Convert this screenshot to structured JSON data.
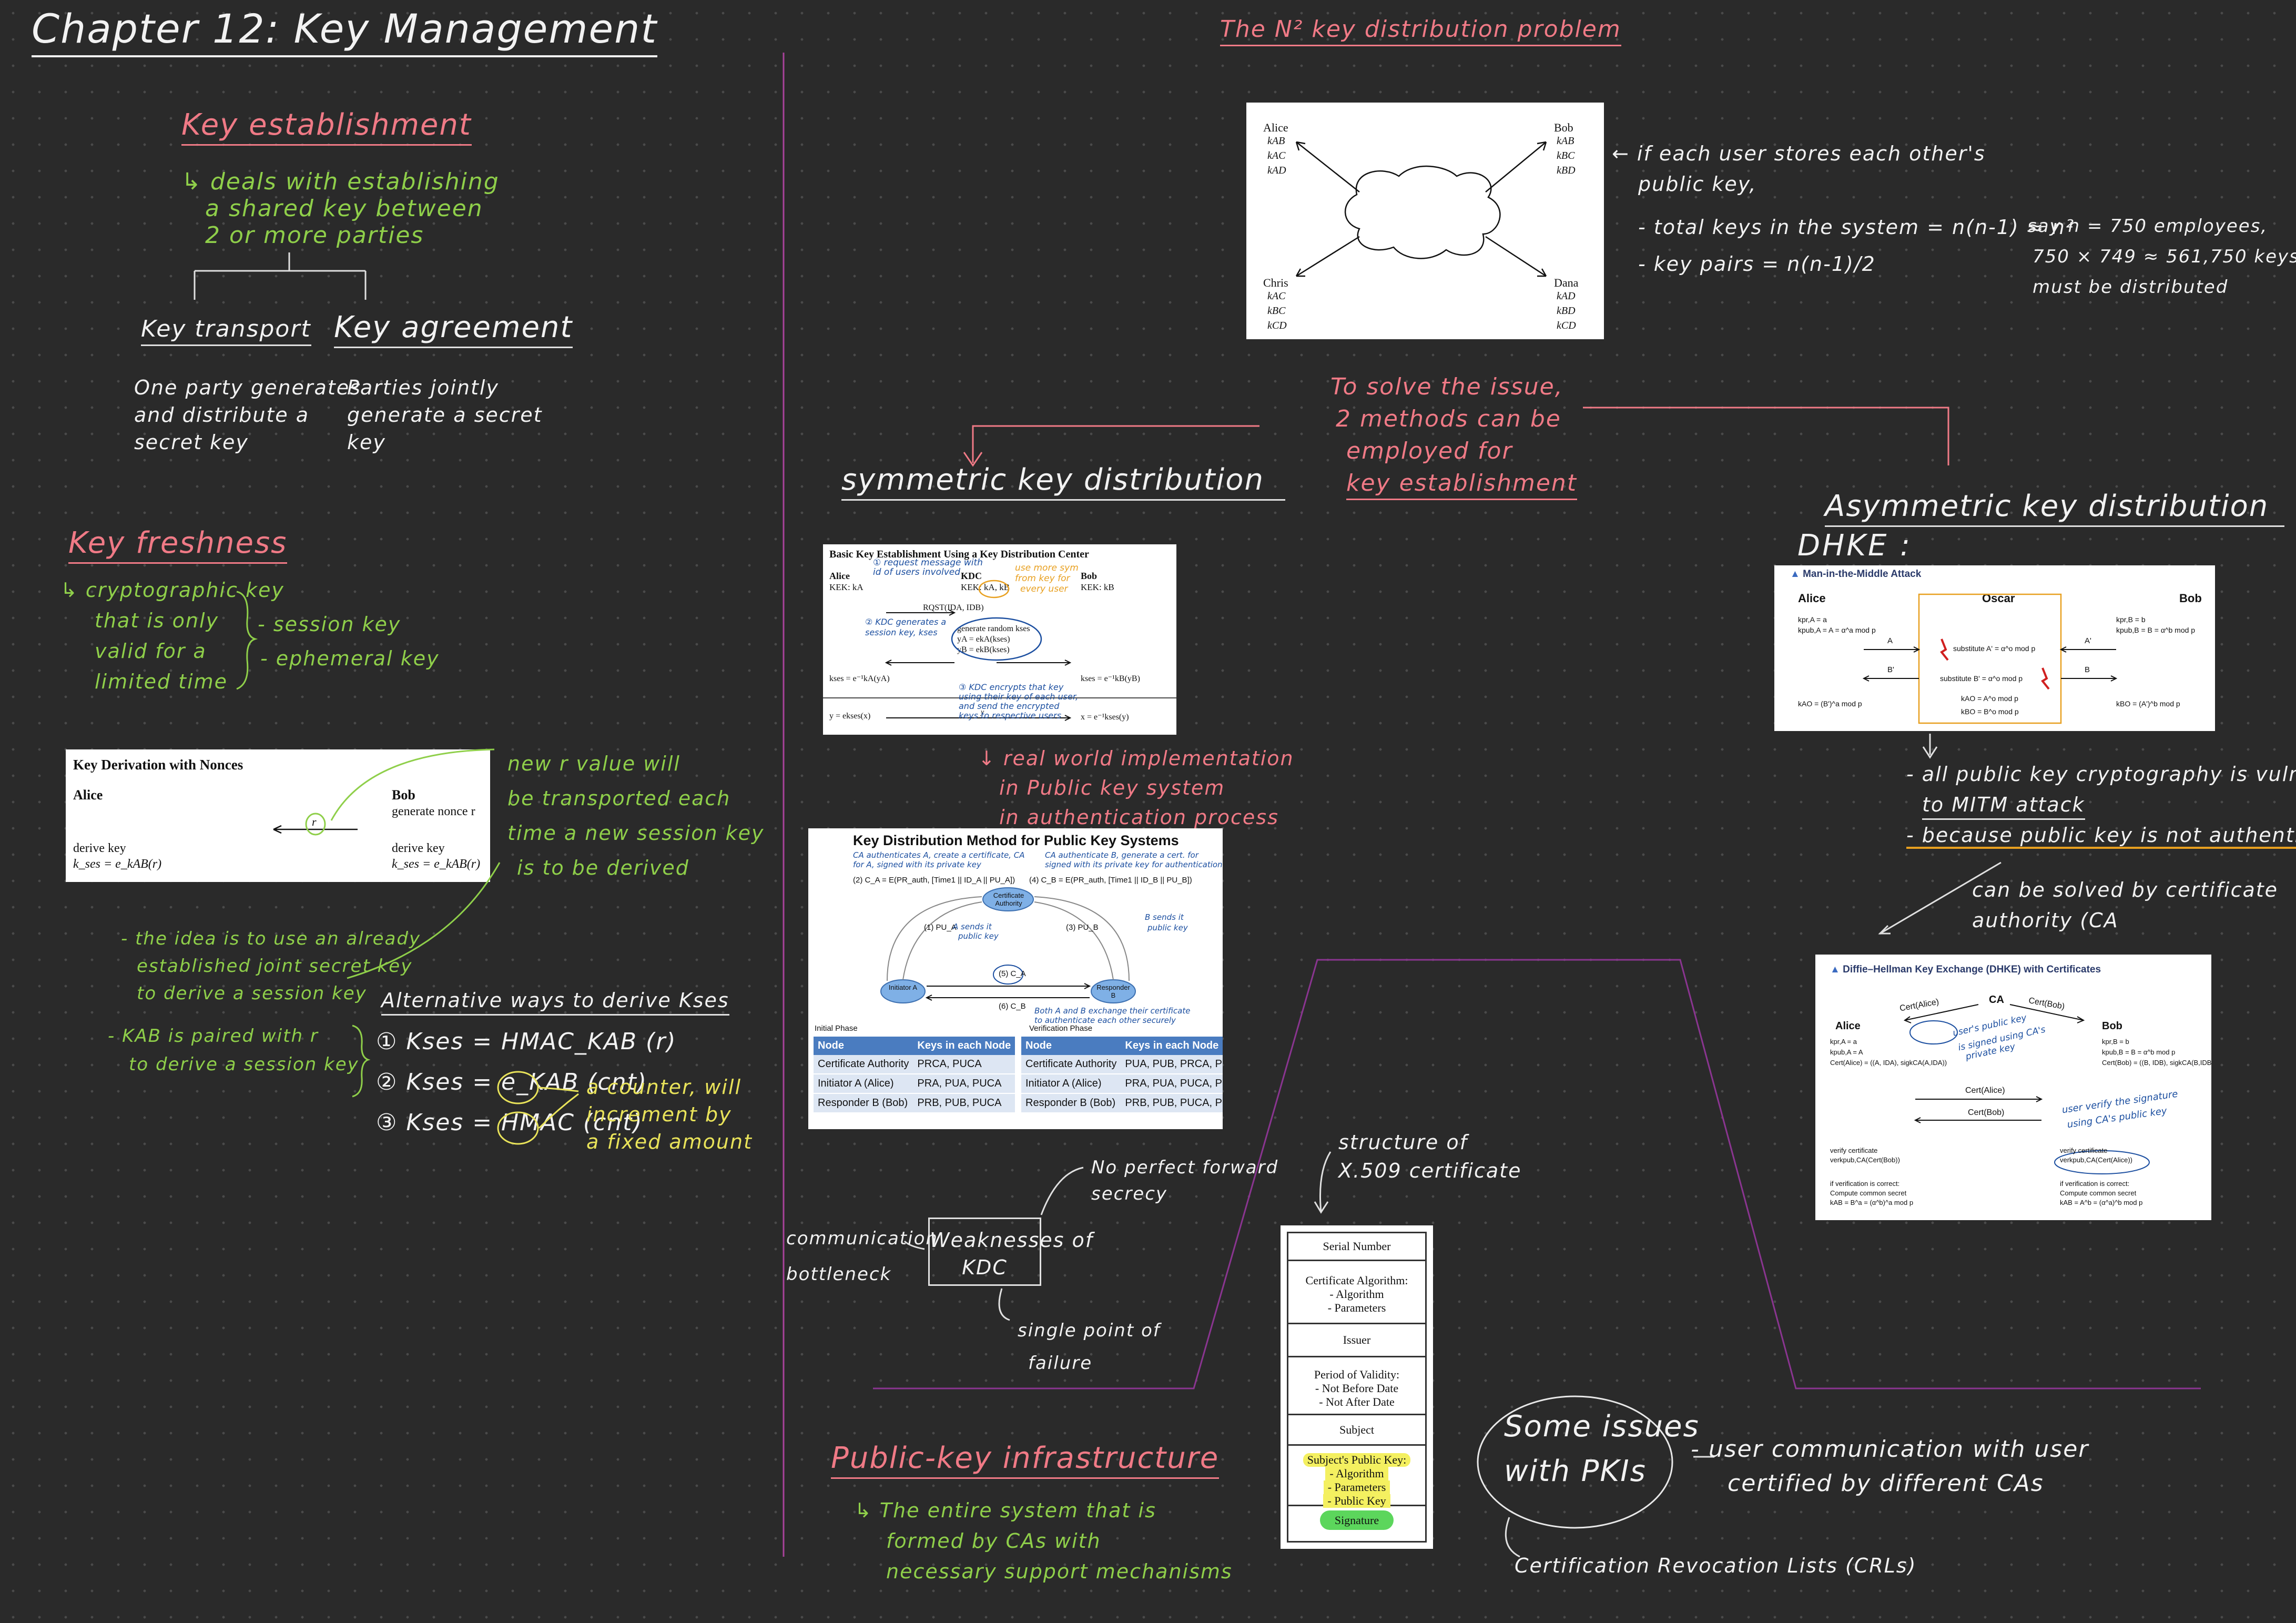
{
  "title": "Chapter 12: Key Management",
  "key_establishment": {
    "heading": "Key establishment",
    "desc": [
      "↳ deals with establishing",
      "a shared key between",
      "2 or more parties"
    ],
    "transport": {
      "label": "Key transport",
      "desc": [
        "One party generates",
        "and distribute a",
        "secret key"
      ]
    },
    "agreement": {
      "label": "Key agreement",
      "desc": [
        "Parties jointly",
        "generate a secret",
        "key"
      ]
    }
  },
  "key_freshness": {
    "heading": "Key freshness",
    "desc": [
      "↳ cryptographic key",
      "that is only",
      "valid for a",
      "limited time"
    ],
    "kinds": [
      "- session key",
      "- ephemeral key"
    ]
  },
  "nonce_card": {
    "title": "Key Derivation with Nonces",
    "alice": "Alice",
    "bob": "Bob",
    "bob_action": "generate nonce r",
    "nonce": "r",
    "alice_derive": "derive key",
    "alice_formula": "k_ses = e_kAB(r)",
    "bob_derive": "derive key",
    "bob_formula": "k_ses = e_kAB(r)"
  },
  "nonce_notes": [
    "new r value will",
    "be transported each",
    "time a new session key",
    "is to be derived"
  ],
  "idea_notes": [
    "- the idea is to use an already",
    "established joint secret key",
    "to derive a session key"
  ],
  "kab_notes": [
    "- KAB is paired with r",
    "to derive a session key"
  ],
  "alt_ways": {
    "heading": "Alternative ways to derive Kses",
    "items": [
      "① Kses = HMAC_KAB (r)",
      "② Kses = e_KAB (cnt)",
      "③ Kses = HMAC (cnt)"
    ],
    "counter_note": [
      "a counter, will",
      "increment by",
      "a fixed amount"
    ]
  },
  "n2": {
    "heading": "The N² key distribution problem",
    "alice": "Alice",
    "alice_keys": [
      "kAB",
      "kAC",
      "kAD"
    ],
    "bob": "Bob",
    "bob_keys": [
      "kAB",
      "kBC",
      "kBD"
    ],
    "chris": "Chris",
    "chris_keys": [
      "kAC",
      "kBC",
      "kCD"
    ],
    "dana": "Dana",
    "dana_keys": [
      "kAD",
      "kBD",
      "kCD"
    ],
    "notes": [
      "← if each user stores each other's",
      "public key,",
      "- total keys in the system = n(n-1) ≈ n²",
      "- key pairs = n(n-1)/2"
    ],
    "example": [
      "say n = 750 employees,",
      "750 × 749 ≈ 561,750 keys",
      "must be distributed"
    ]
  },
  "solve": [
    "To solve the issue,",
    "2 methods can be",
    "employed for",
    "key establishment"
  ],
  "symmetric": {
    "heading": "symmetric key distribution",
    "kdc_card": {
      "title": "Basic Key Establishment Using a Key Distribution Center",
      "alice": "Alice",
      "alice_kek": "KEK: kA",
      "kdc": "KDC",
      "kdc_kek": "KEK: kA, kB",
      "bob": "Bob",
      "bob_kek": "KEK: kB",
      "rqst": "RQST(IDA, IDB)",
      "gen": "generate random kses",
      "ya": "yA = ekA(kses)",
      "yb": "yB = ekB(kses)",
      "alice_dec": "kses = e⁻¹kA(yA)",
      "bob_dec": "kses = e⁻¹kB(yB)",
      "y_enc": "y = ekses(x)",
      "y_label": "y",
      "x_dec": "x = e⁻¹kses(y)",
      "note1": [
        "① request message with",
        "id of users involved"
      ],
      "note2": [
        "use more sym",
        "from key for",
        "every user"
      ],
      "note3": [
        "② KDC generates a",
        "session key, kses"
      ],
      "note4": [
        "③ KDC encrypts that key",
        "using their key of each user,",
        "and send the encrypted",
        "keys to respective users"
      ]
    },
    "real_world": [
      "↓ real world implementation",
      "in Public key system",
      "in authentication process"
    ]
  },
  "pk_card": {
    "title": "Key Distribution Method for Public Key Systems",
    "formula1": "(2) C_A = E(PR_auth, [Time1 || ID_A || PU_A])",
    "formula2": "(4) C_B = E(PR_auth, [Time1 || ID_B || PU_B])",
    "ca": "Certificate Authority",
    "initiator": "Initiator A",
    "responder": "Responder B",
    "pua": "(1) PU_A",
    "pub": "(3) PU_B",
    "ca_msg": "(5) C_A",
    "cb_msg": "(6) C_B",
    "note_a": [
      "CA authenticates A, create a certificate, CA",
      "for A, signed with its private key"
    ],
    "note_b": [
      "CA authenticate B, generate a cert. for",
      "signed with its private key for authentication"
    ],
    "note_send": [
      "A sends it",
      "public key"
    ],
    "note_b2": [
      "B sends it",
      "public key"
    ],
    "note_exchange": [
      "Both A and B exchange their certificate",
      "to authenticate each other securely"
    ],
    "initial_label": "Initial Phase",
    "verify_label": "Verification Phase",
    "headers": [
      "Node",
      "Keys in each Node"
    ],
    "initial_rows": [
      [
        "Certificate Authority",
        "PRCA, PUCA"
      ],
      [
        "Initiator A (Alice)",
        "PRA, PUA, PUCA"
      ],
      [
        "Responder B (Bob)",
        "PRB, PUB, PUCA"
      ]
    ],
    "verify_rows": [
      [
        "Certificate Authority",
        "PUA, PUB, PRCA, PUCA"
      ],
      [
        "Initiator A (Alice)",
        "PRA, PUA, PUCA, PUB"
      ],
      [
        "Responder B (Bob)",
        "PRB, PUB, PUCA, PUA"
      ]
    ]
  },
  "weakness": {
    "box": [
      "Weaknesses of",
      "KDC"
    ],
    "w1": [
      "No perfect forward",
      "secrecy"
    ],
    "w2": [
      "communication",
      "bottleneck"
    ],
    "w3": [
      "single point of",
      "failure"
    ]
  },
  "pki": {
    "heading": "Public-key infrastructure",
    "desc": [
      "↳ The entire system that is",
      "formed by CAs with",
      "necessary support mechanisms"
    ]
  },
  "x509": {
    "heading": [
      "structure of",
      "X.509 certificate"
    ],
    "rows": [
      "Serial Number",
      "Certificate Algorithm:",
      "- Algorithm",
      "- Parameters",
      "Issuer",
      "Period of Validity:",
      "- Not Before Date",
      "- Not After Date",
      "Subject",
      "Subject's Public Key:",
      "- Algorithm",
      "- Parameters",
      "- Public Key",
      "Signature"
    ]
  },
  "issues": {
    "circle": [
      "Some issues",
      "with PKIs"
    ],
    "i1": [
      "- user communication with user",
      "certified by different CAs"
    ],
    "i2": "Certification Revocation Lists (CRLs)"
  },
  "asymmetric": {
    "heading": "Asymmetric key distribution",
    "dhke": "DHKE :",
    "mitm_card": {
      "title": "Man-in-the-Middle Attack",
      "alice": "Alice",
      "oscar": "Oscar",
      "bob": "Bob",
      "a_priv": "kpr,A = a",
      "a_pub": "kpub,A = A = α^a mod p",
      "b_priv": "kpr,B = b",
      "b_pub": "kpub,B = B = α^b mod p",
      "A": "A",
      "A_": "A'",
      "B": "B",
      "B_": "B'",
      "sub1": "substitute A' = α^o mod p",
      "sub2": "substitute B' = α^o mod p",
      "kao": "kAO = (B')^a mod p",
      "kbo": "kBO = (A')^b mod p",
      "o1": "kAO = A^o mod p",
      "o2": "kBO = B^o mod p"
    },
    "mitm_notes": [
      "- all public key cryptography is vulnerable",
      "to MITM attack",
      "- because public key is not authenticated"
    ],
    "solved": [
      "can be solved by certificate",
      "authority (CA"
    ],
    "dhke_card": {
      "title": "Diffie–Hellman Key Exchange (DHKE) with Certificates",
      "alice": "Alice",
      "ca": "CA",
      "bob": "Bob",
      "cert_a": "Cert(Alice)",
      "cert_b": "Cert(Bob)",
      "a1": "kpr,A = a",
      "a2": "kpub,A = A",
      "a3": "Cert(Alice) = ((A, IDA), sigkCA(A,IDA))",
      "b1": "kpr,B = b",
      "b2": "kpub,B = B = α^b mod p",
      "b3": "Cert(Bob) = ((B, IDB), sigkCA(B,IDB))",
      "verify_a": [
        "verify certificate",
        "verkpub,CA(Cert(Bob))"
      ],
      "verify_b": [
        "verify certificate",
        "verkpub,CA(Cert(Alice))"
      ],
      "correct_a": [
        "if verification is correct:",
        "Compute common secret",
        "kAB = B^a = (α^b)^a mod p"
      ],
      "correct_b": [
        "if verification is correct:",
        "Compute common secret",
        "kAB = A^b = (α^a)^b mod p"
      ],
      "note_ca": [
        "user's public key",
        "is signed using CA's",
        "private key"
      ],
      "note_verify": [
        "user verify the signature",
        "using CA's public key"
      ]
    }
  }
}
